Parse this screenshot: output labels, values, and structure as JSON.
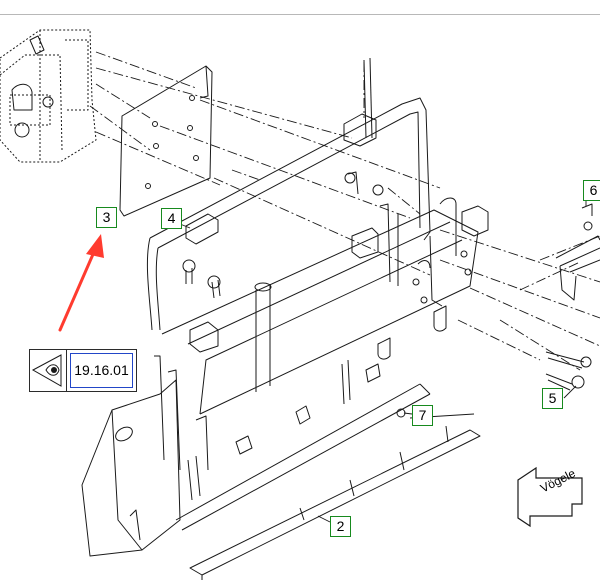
{
  "callouts": [
    {
      "label": "2"
    },
    {
      "label": "3"
    },
    {
      "label": "4"
    },
    {
      "label": "5"
    },
    {
      "label": "6"
    },
    {
      "label": "7"
    }
  ],
  "view_reference": {
    "number": "19.16.01"
  },
  "brand": {
    "name": "Vögele"
  },
  "colors": {
    "callout_border": "#178a1e",
    "view_ref_border": "#2246c8",
    "pointer_arrow": "#ff3b2f",
    "line_art": "#1a1a1a"
  }
}
